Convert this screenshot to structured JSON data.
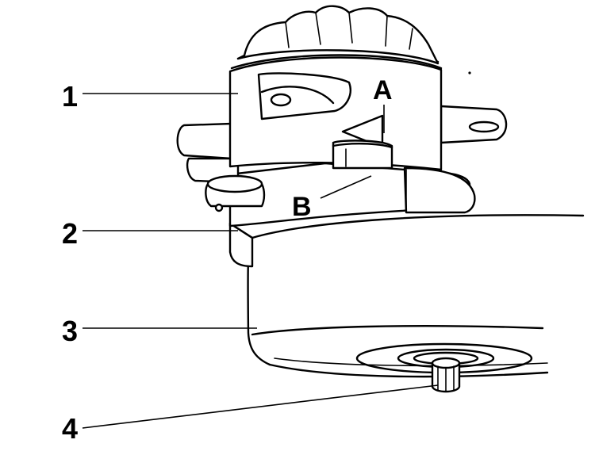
{
  "callouts": [
    {
      "id": "1",
      "label": "1"
    },
    {
      "id": "2",
      "label": "2"
    },
    {
      "id": "3",
      "label": "3"
    },
    {
      "id": "4",
      "label": "4"
    }
  ],
  "marks": [
    {
      "id": "A",
      "label": "A"
    },
    {
      "id": "B",
      "label": "B"
    }
  ],
  "colors": {
    "ink": "#000000",
    "paper": "#ffffff"
  }
}
